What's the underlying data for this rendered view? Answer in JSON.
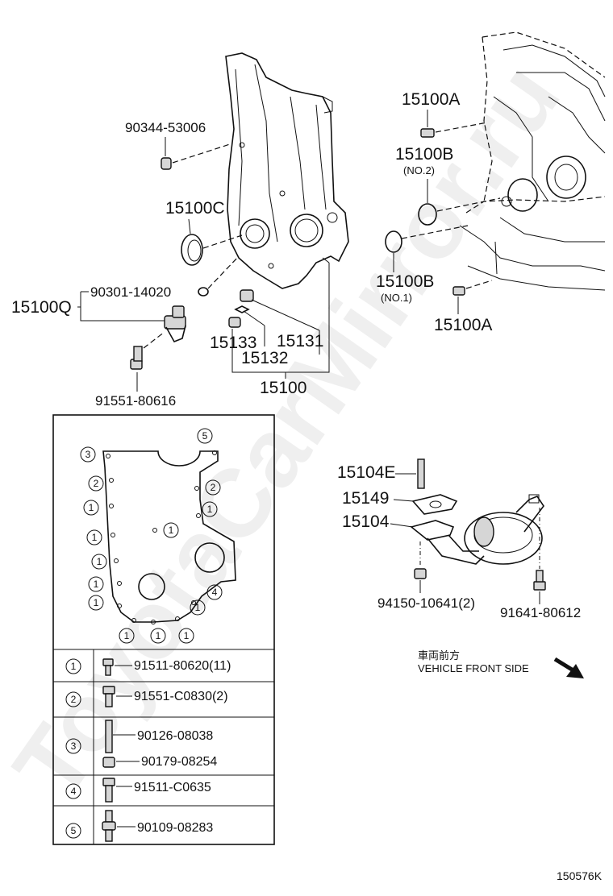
{
  "callouts": {
    "p90344": "90344-53006",
    "p15100C": "15100C",
    "p90301": "90301-14020",
    "p15100Q": "15100Q",
    "p91551": "91551-80616",
    "p15133": "15133",
    "p15132": "15132",
    "p15131": "15131",
    "p15100": "15100",
    "p15100A_top": "15100A",
    "p15100B_top": "15100B",
    "p15100B_top_sub": "(NO.2)",
    "p15100B_bot": "15100B",
    "p15100B_bot_sub": "(NO.1)",
    "p15100A_bot": "15100A",
    "p15104E": "15104E",
    "p15149": "15149",
    "p15104": "15104",
    "p94150": "94150-10641(2)",
    "p91641": "91641-80612"
  },
  "front_note": {
    "jp": "車両前方",
    "en": "VEHICLE FRONT SIDE"
  },
  "gasket_markers": [
    "1",
    "2",
    "3",
    "4",
    "5"
  ],
  "legend": [
    {
      "num": "1",
      "parts": [
        "91511-80620(11)"
      ]
    },
    {
      "num": "2",
      "parts": [
        "91551-C0830(2)"
      ]
    },
    {
      "num": "3",
      "parts": [
        "90126-08038",
        "90179-08254"
      ]
    },
    {
      "num": "4",
      "parts": [
        "91511-C0635"
      ]
    },
    {
      "num": "5",
      "parts": [
        "90109-08283"
      ]
    }
  ],
  "watermark": "ToyotaCarMirror.ru",
  "diagram_code": "150576K"
}
